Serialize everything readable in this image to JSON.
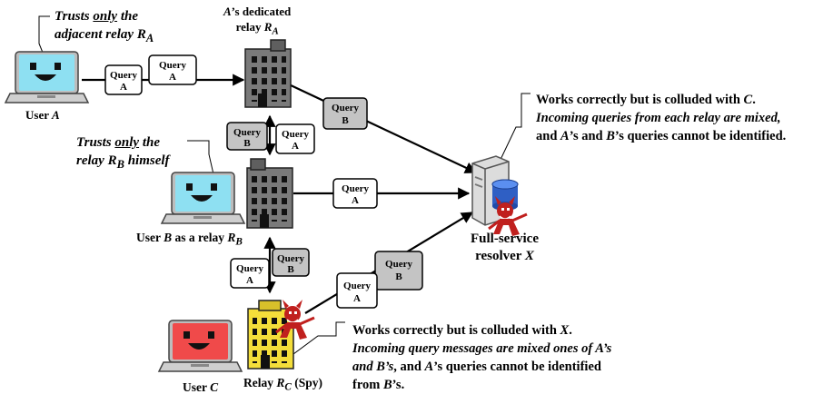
{
  "user_a": {
    "trust_line1_pre": "Trusts ",
    "trust_line1_only": "only",
    "trust_line1_post": " the",
    "trust_line2_pre": "adjacent relay ",
    "trust_line2_var": "R",
    "trust_line2_sub": "A",
    "label_pre": "User ",
    "label_var": "A"
  },
  "relay_a": {
    "line1_var": "A",
    "line1_post": "’s dedicated",
    "line2_pre": "relay ",
    "line2_var": "R",
    "line2_sub": "A"
  },
  "user_b": {
    "trust_line1_pre": "Trusts ",
    "trust_line1_only": "only",
    "trust_line1_post": " the",
    "trust_line2_pre": "relay ",
    "trust_line2_var": "R",
    "trust_line2_sub": "B",
    "trust_line2_post": " himself",
    "label_pre": "User ",
    "label_var": "B",
    "label_mid": " as a relay ",
    "label_var2": "R",
    "label_sub": "B"
  },
  "user_c": {
    "label_pre": "User ",
    "label_var": "C"
  },
  "relay_c": {
    "label_pre": "Relay ",
    "label_var": "R",
    "label_sub": "C",
    "label_post": " (Spy)"
  },
  "resolver": {
    "line1": "Full-service",
    "line2_pre": "resolver ",
    "line2_var": "X"
  },
  "note_x": {
    "line1_pre": "Works correctly but is colluded with ",
    "line1_var": "C",
    "line1_post": ".",
    "line2": "Incoming queries from each relay are mixed,",
    "line3_pre": "and ",
    "line3_a": "A",
    "line3_mid": "’s and ",
    "line3_b": "B",
    "line3_post": "’s queries cannot be identified."
  },
  "note_c": {
    "line1_pre": "Works correctly but is colluded with ",
    "line1_var": "X",
    "line1_post": ".",
    "line2": "Incoming query messages are mixed ones of A’s",
    "line3_pre": "and B’s",
    "line3_mid": ", and ",
    "line3_a": "A",
    "line3_post": "’s queries cannot be identified",
    "line4_pre": "from ",
    "line4_b": "B",
    "line4_post": "’s."
  },
  "queries": {
    "word": "Query",
    "a_letter": "A",
    "b_letter": "B"
  },
  "colors": {
    "laptop_screen_blue": "#8ee0f2",
    "laptop_screen_red": "#f04a4a",
    "laptop_body": "#b9b9b9",
    "building_gray": "#7a7a7a",
    "building_yellow": "#f4de3a",
    "query_b_fill": "#c4c4c4",
    "query_a_fill": "#ffffff",
    "devil_red": "#c0201e"
  }
}
